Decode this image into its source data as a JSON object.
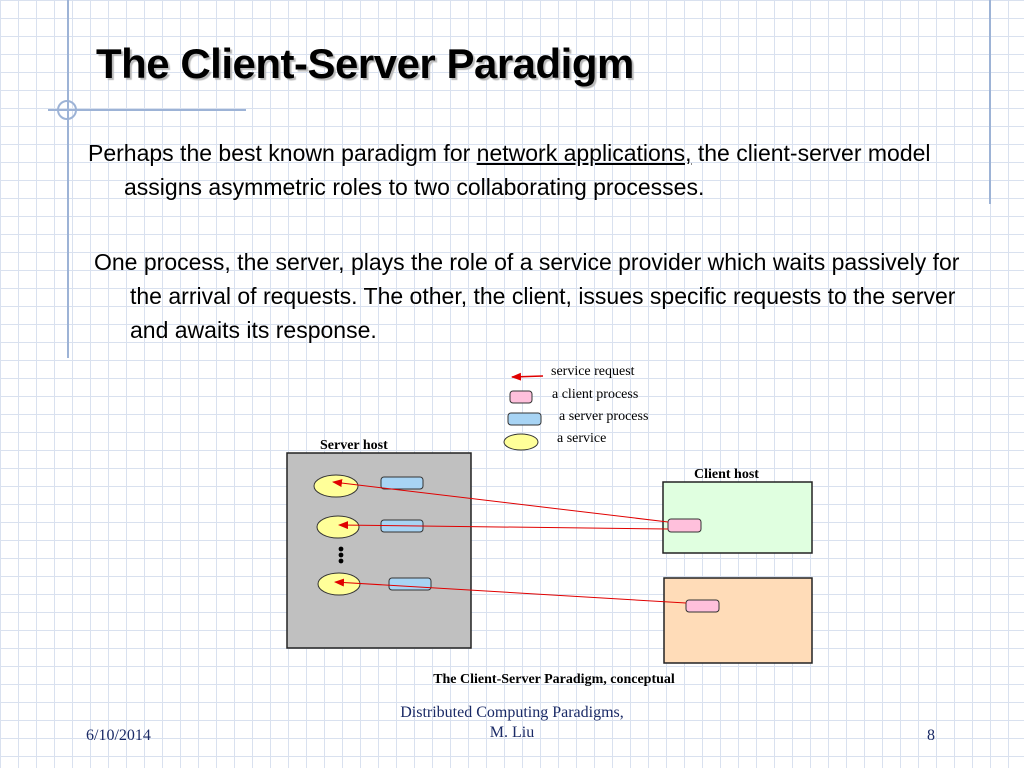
{
  "slide": {
    "title": "The Client-Server Paradigm",
    "para1": {
      "before_link": "Perhaps the best known paradigm for ",
      "link": "network applications,",
      "after_link": " the client-server model  assigns asymmetric roles to two collaborating processes."
    },
    "para2": "One process, the server, plays the role of a service provider which waits passively for the arrival of requests.  The other, the client, issues specific requests to the server and awaits its response."
  },
  "diagram": {
    "legend": {
      "service_request": "service request",
      "client_process": "a client process",
      "server_process": "a server process",
      "service": "a service"
    },
    "server_host_label": "Server host",
    "client_host_label": "Client host",
    "caption": "The Client-Server Paradigm, conceptual",
    "colors": {
      "server_host_fill": "#c0c0c0",
      "client_host_1_fill": "#e0ffe0",
      "client_host_2_fill": "#ffdcb8",
      "client_process_fill": "#ffc0dc",
      "server_process_fill": "#a8d4f4",
      "service_fill": "#ffff99",
      "arrow_color": "#e00000"
    }
  },
  "footer": {
    "date": "6/10/2014",
    "center_line1": "Distributed Computing Paradigms,",
    "center_line2": "M. Liu",
    "page_number": "8"
  }
}
